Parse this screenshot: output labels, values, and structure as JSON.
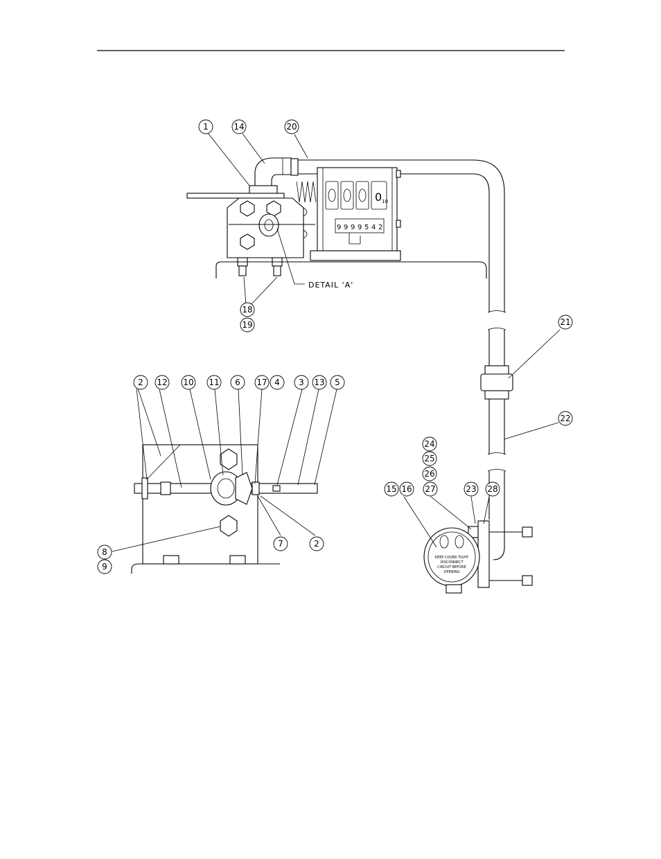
{
  "drawing": {
    "detail_label": "DETAIL 'A'",
    "counter_digits": [
      "9",
      "9",
      "9",
      "9",
      "5",
      "4",
      "2"
    ],
    "wheel_decimal": "0",
    "wheel_decimal_sub": "10",
    "nameplate_lines": [
      "KEEP COVER TIGHT",
      "DISCONNECT",
      "CIRCUIT BEFORE",
      "OPENING"
    ],
    "callouts": [
      {
        "id": "c1",
        "label": "1"
      },
      {
        "id": "c14",
        "label": "14"
      },
      {
        "id": "c20",
        "label": "20"
      },
      {
        "id": "c18",
        "label": "18"
      },
      {
        "id": "c19",
        "label": "19"
      },
      {
        "id": "c21",
        "label": "21"
      },
      {
        "id": "c22",
        "label": "22"
      },
      {
        "id": "c2a",
        "label": "2"
      },
      {
        "id": "c12",
        "label": "12"
      },
      {
        "id": "c10",
        "label": "10"
      },
      {
        "id": "c11",
        "label": "11"
      },
      {
        "id": "c6",
        "label": "6"
      },
      {
        "id": "c17",
        "label": "17"
      },
      {
        "id": "c4",
        "label": "4"
      },
      {
        "id": "c3",
        "label": "3"
      },
      {
        "id": "c13",
        "label": "13"
      },
      {
        "id": "c5",
        "label": "5"
      },
      {
        "id": "c7",
        "label": "7"
      },
      {
        "id": "c2b",
        "label": "2"
      },
      {
        "id": "c8",
        "label": "8"
      },
      {
        "id": "c9",
        "label": "9"
      },
      {
        "id": "c24",
        "label": "24"
      },
      {
        "id": "c25",
        "label": "25"
      },
      {
        "id": "c26",
        "label": "26"
      },
      {
        "id": "c15",
        "label": "15"
      },
      {
        "id": "c16",
        "label": "16"
      },
      {
        "id": "c27",
        "label": "27"
      },
      {
        "id": "c23",
        "label": "23"
      },
      {
        "id": "c28",
        "label": "28"
      }
    ]
  }
}
